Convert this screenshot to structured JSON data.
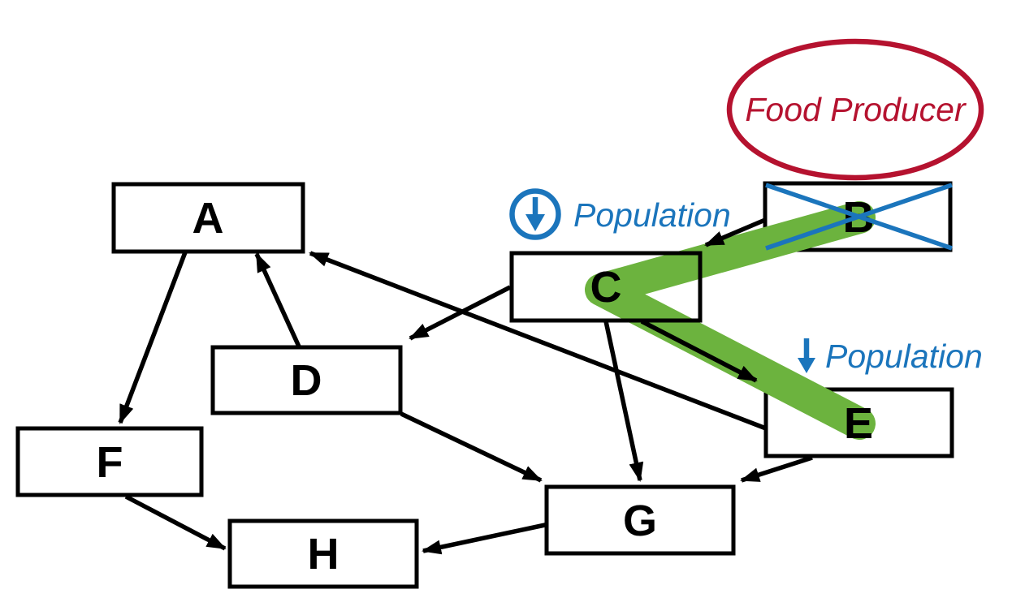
{
  "diagram": {
    "kind": "food-web-graph",
    "node_labels": {
      "A": "A",
      "B": "B",
      "C": "C",
      "D": "D",
      "E": "E",
      "F": "F",
      "G": "G",
      "H": "H"
    },
    "edges": [
      {
        "from": "B",
        "to": "C"
      },
      {
        "from": "C",
        "to": "D"
      },
      {
        "from": "C",
        "to": "E"
      },
      {
        "from": "C",
        "to": "G"
      },
      {
        "from": "D",
        "to": "A"
      },
      {
        "from": "D",
        "to": "G"
      },
      {
        "from": "E",
        "to": "A"
      },
      {
        "from": "E",
        "to": "G"
      },
      {
        "from": "A",
        "to": "F"
      },
      {
        "from": "F",
        "to": "H"
      },
      {
        "from": "G",
        "to": "H"
      }
    ],
    "food_producer": {
      "label": "Food Producer",
      "points_to_node": "B",
      "color": "#B5122F"
    },
    "crossed_out_node": {
      "node": "B",
      "color": "#1B75BC"
    },
    "highlighted_path": {
      "nodes": [
        "B",
        "C",
        "E"
      ],
      "color": "#6CB33E"
    },
    "population_annotations": [
      {
        "label": "Population",
        "style": "circled-down-arrow",
        "near_node": "C",
        "color": "#1B75BC"
      },
      {
        "label": "Population",
        "style": "down-arrow",
        "near_node": "E",
        "color": "#1B75BC"
      }
    ],
    "colors": {
      "line_black": "#000000",
      "highlight_green": "#6CB33E",
      "annotation_blue": "#1B75BC",
      "producer_red": "#B5122F",
      "background": "#ffffff"
    }
  }
}
